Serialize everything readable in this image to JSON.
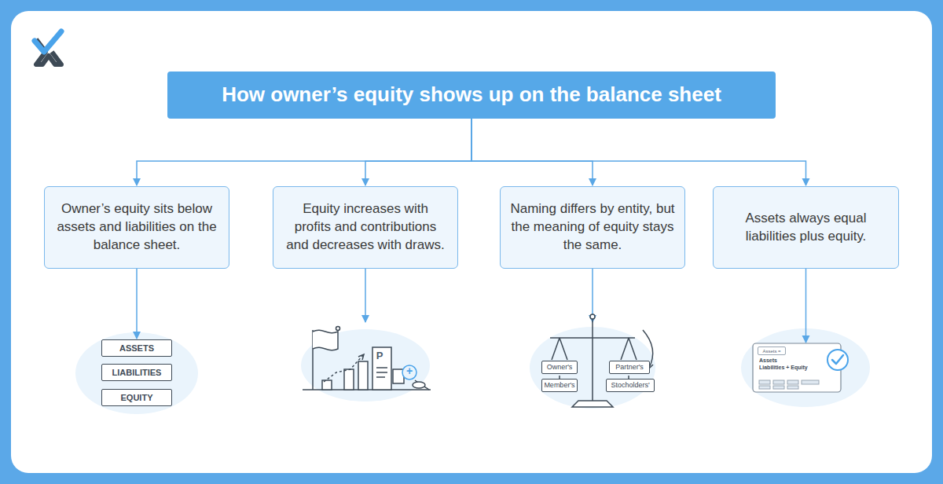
{
  "diagram": {
    "nodes": [
      {
        "text": [
          "How owner’s equity shows up on the balance sheet"
        ]
      },
      {
        "text": [
          "Owner’s equity sits below assets and liabilities on the balance sheet."
        ]
      },
      {
        "text": [
          "Equity increases with profits and contributions and decreases with draws."
        ]
      },
      {
        "text": [
          "Naming differs by entity, but the meaning of equity stays the same."
        ]
      },
      {
        "text": [
          "Assets always equal liabilities plus equity."
        ]
      },
      {
        "text": [
          "ASSETS"
        ]
      },
      {
        "text": [
          "LIABILITIES"
        ]
      },
      {
        "text": [
          "EQUITY"
        ]
      },
      {
        "text": [
          "Owner's"
        ]
      },
      {
        "text": [
          "Partner's"
        ]
      },
      {
        "text": [
          "Member's"
        ]
      },
      {
        "text": [
          "Stocholders'"
        ]
      },
      {
        "text": [
          "Assets",
          "Liabilities + Equity"
        ]
      },
      {
        "text": [
          "Assets ="
        ],
        "in": 12
      }
    ],
    "edges": [
      {
        "from": 0,
        "to": 1,
        "arrow": "to"
      },
      {
        "from": 0,
        "to": 2,
        "arrow": "to"
      },
      {
        "from": 0,
        "to": 3,
        "arrow": "to"
      },
      {
        "from": 0,
        "to": 4,
        "arrow": "to"
      },
      {
        "from": 1,
        "to": 5,
        "arrow": "to"
      },
      {
        "from": 4,
        "to": 12,
        "arrow": "to"
      }
    ],
    "labels": [
      "P",
      "+"
    ]
  }
}
